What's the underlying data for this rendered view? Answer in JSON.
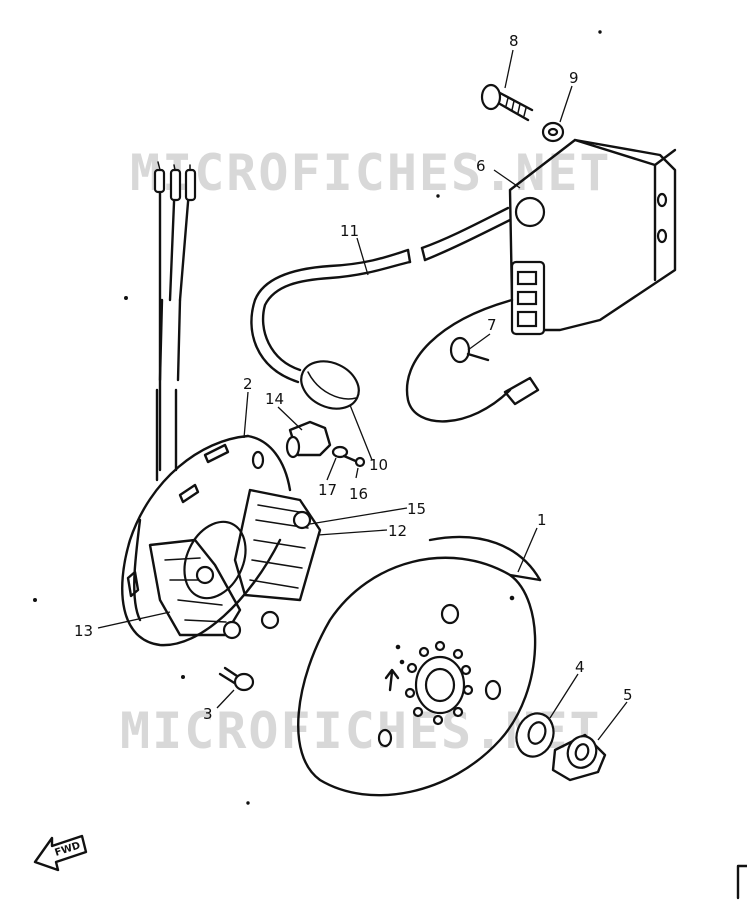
{
  "watermark": "MICROFICHES.NET",
  "fwd_label": "FWD",
  "callouts": [
    "1",
    "2",
    "3",
    "4",
    "5",
    "6",
    "7",
    "8",
    "9",
    "10",
    "11",
    "12",
    "13",
    "14",
    "15",
    "16",
    "17"
  ],
  "colors": {
    "ink": "#111111",
    "watermark": "#d8d8d8",
    "paper": "#ffffff"
  }
}
